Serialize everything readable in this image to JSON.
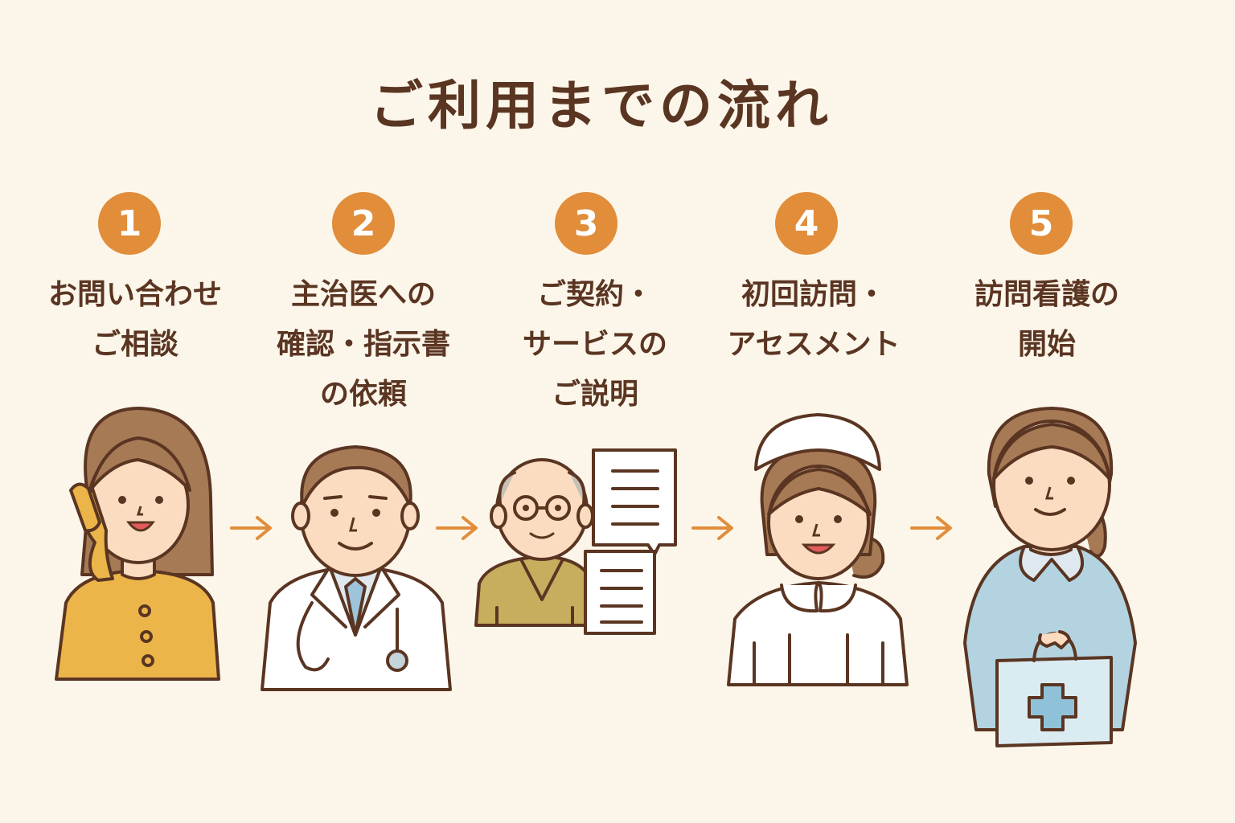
{
  "title": "ご利用までの流れ",
  "steps": [
    {
      "number": "1",
      "lines": [
        "お問い合わせ",
        "ご相談"
      ]
    },
    {
      "number": "2",
      "lines": [
        "主治医への",
        "確認・指示書",
        "の依頼"
      ]
    },
    {
      "number": "3",
      "lines": [
        "ご契約・",
        "サービスの",
        "ご説明"
      ]
    },
    {
      "number": "4",
      "lines": [
        "初回訪問・",
        "アセスメント"
      ]
    },
    {
      "number": "5",
      "lines": [
        "訪問看護の",
        "開始"
      ]
    }
  ],
  "colors": {
    "background": "#fcf6ea",
    "accent": "#e18d3a",
    "text": "#5a3522",
    "outline": "#5a3522"
  }
}
